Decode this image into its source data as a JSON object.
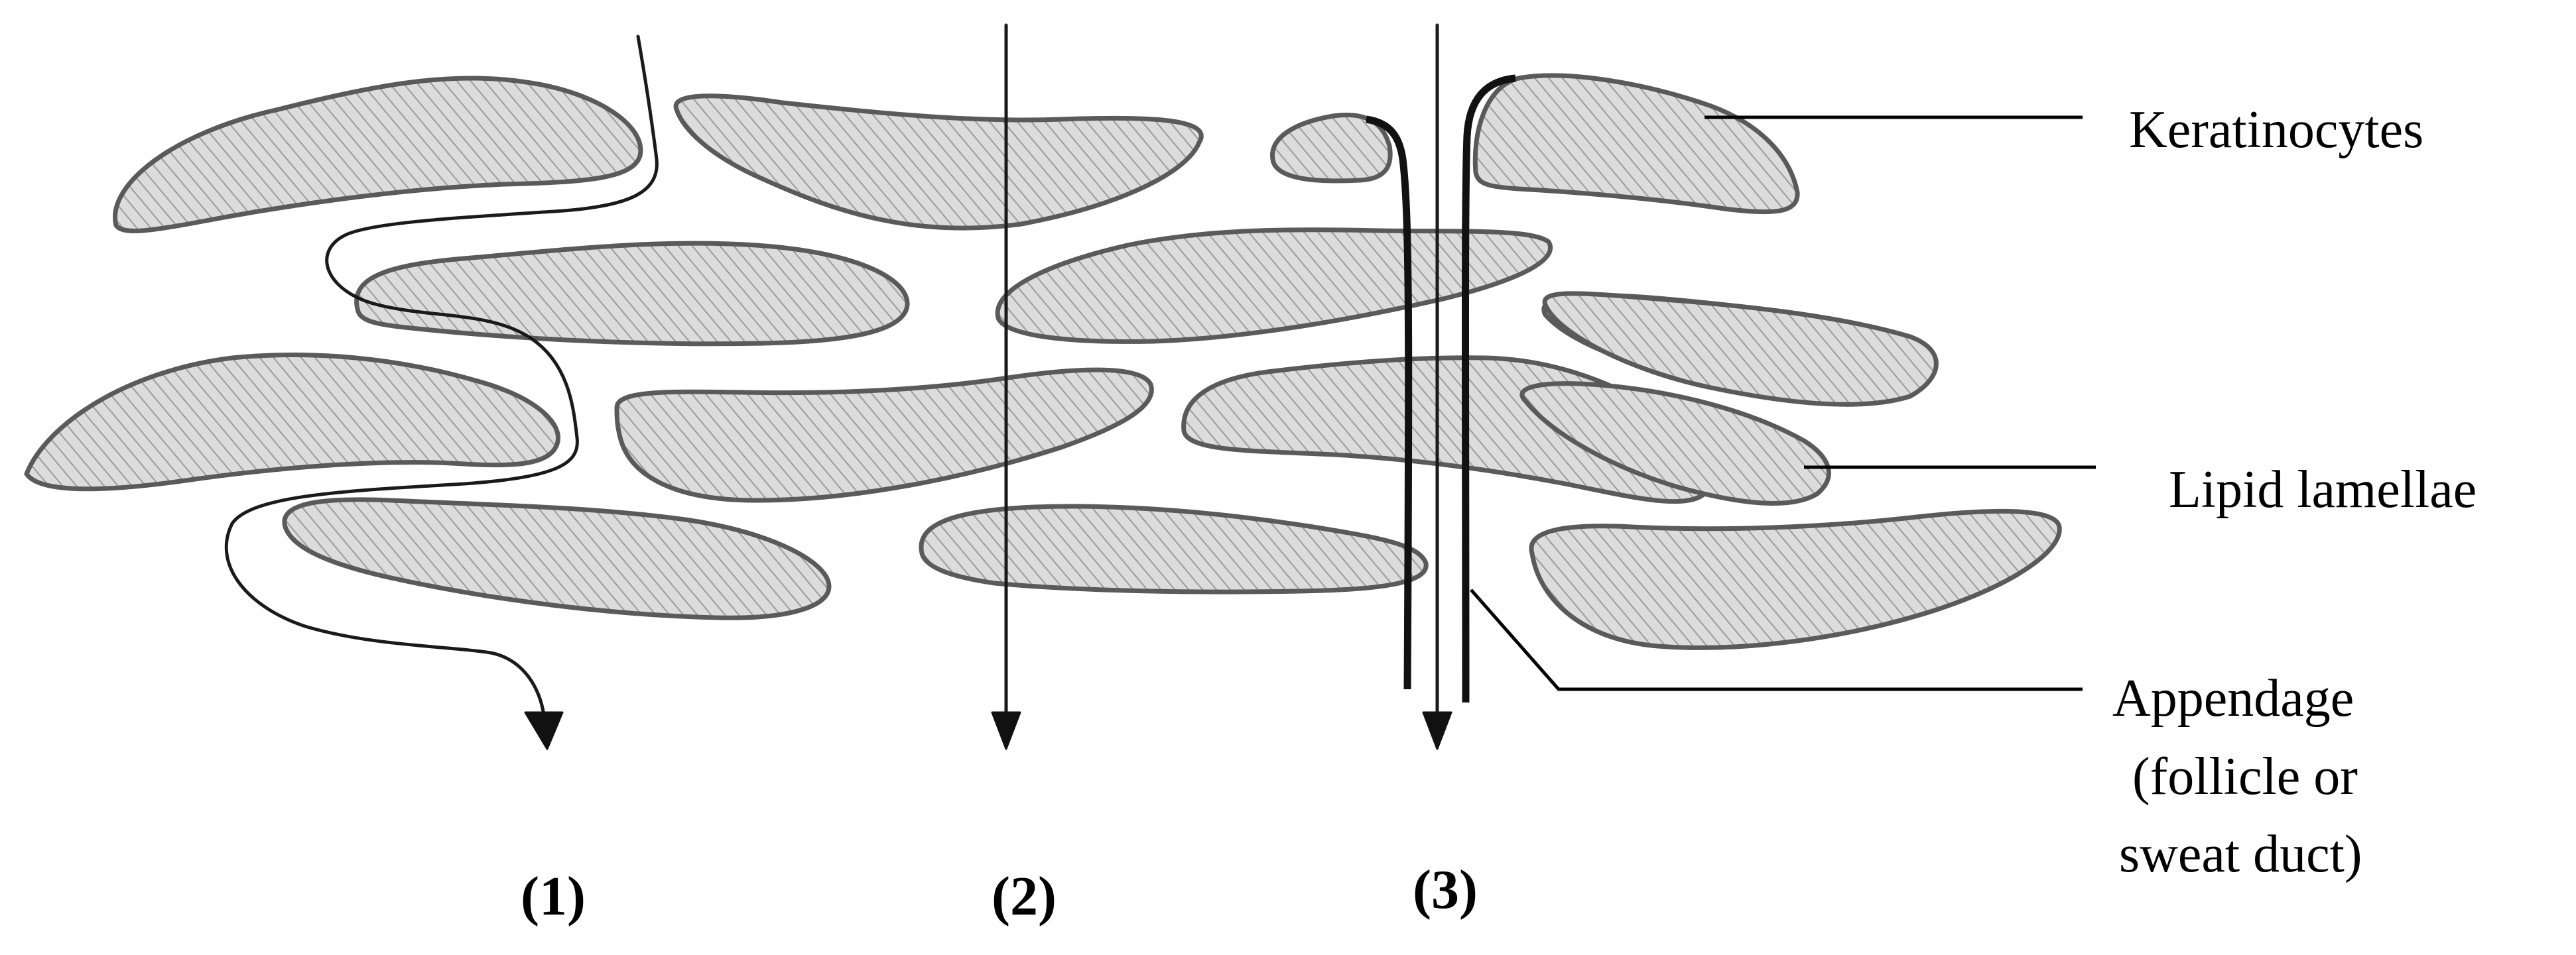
{
  "labels": {
    "keratinocytes": "Keratinocytes",
    "lipid_lamellae": "Lipid lamellae",
    "appendage_line1": "Appendage",
    "appendage_line2": "(follicle or",
    "appendage_line3": "sweat duct)"
  },
  "routes": [
    {
      "number": "(1)"
    },
    {
      "number": "(2)"
    },
    {
      "number": "(3)"
    }
  ],
  "colors": {
    "cell_fill": "#dcdcdc",
    "cell_hatch": "#9b9b9b",
    "cell_outline": "#5a5a5a",
    "line": "#111111"
  }
}
